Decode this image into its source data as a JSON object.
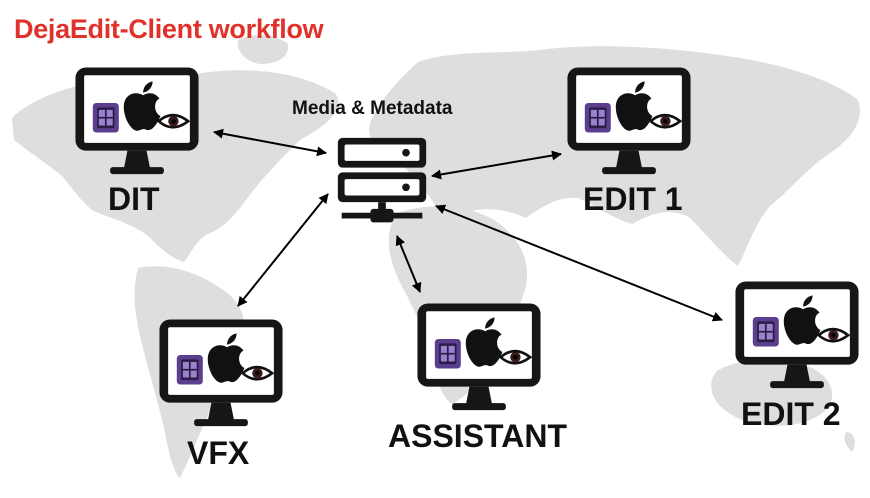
{
  "title": "DejaEdit-Client workflow",
  "server_label": "Media & Metadata",
  "nodes": {
    "dit": "DIT",
    "edit1": "EDIT 1",
    "vfx": "VFX",
    "assistant": "ASSISTANT",
    "edit2": "EDIT 2"
  },
  "icons": [
    "workstation-icon",
    "server-icon",
    "apple-logo-icon",
    "eye-icon",
    "film-app-icon",
    "world-map-icon"
  ],
  "colors": {
    "title": "#e0312a",
    "map": "#dedede",
    "monitor": "#161616",
    "app_purple": "#5b3f8e"
  }
}
